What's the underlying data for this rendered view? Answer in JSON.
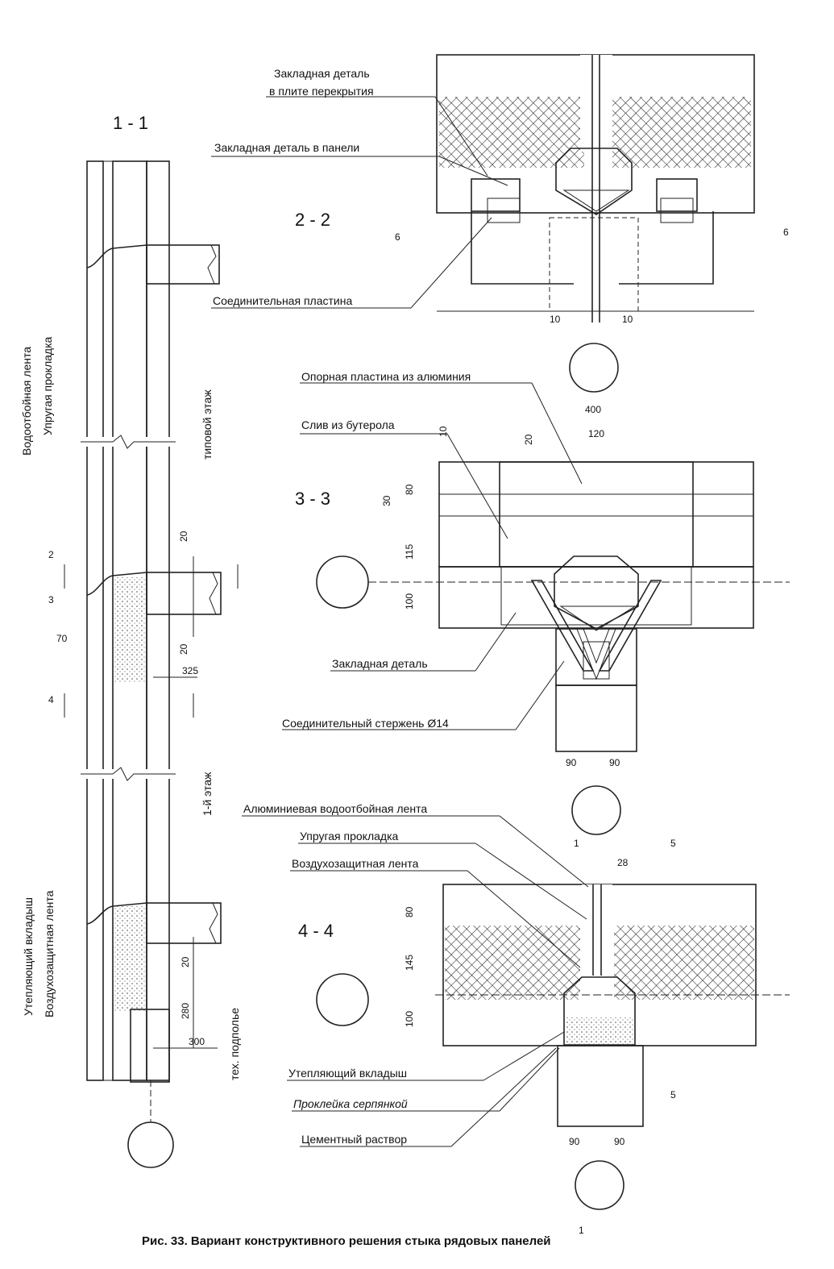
{
  "sections": {
    "s11": "1 - 1",
    "s22": "2 - 2",
    "s33": "3 - 3",
    "s44": "4 - 4"
  },
  "labels": {
    "zakl_plita_1": "Закладная деталь",
    "zakl_plita_2": "в плите перекрытия",
    "zakl_panel": "Закладная деталь в панели",
    "soed_plastina": "Соединительная пластина",
    "opornaya": "Опорная пластина из алюминия",
    "sliv": "Слив из бутерола",
    "zakl_detal": "Закладная деталь",
    "soed_sterzhen": "Соединительный стержень Ø14",
    "al_lenta": "Алюминиевая водоотбойная лента",
    "uprug_44": "Упругая прокладка",
    "vozdukh_44": "Воздухозащитная лента",
    "uteplyayushchiy_44": "Утепляющий вкладыш",
    "prokleyka": "Проклейка серпянкой",
    "cement": "Цементный раствор",
    "vodootboynaya_v": "Водоотбойная лента",
    "uprugaya_v": "Упругая прокладка",
    "uteplyayushchiy_v": "Утепляющий вкладыш",
    "vozdukhozashchitnaya_v": "Воздухозащитная лента",
    "tipovoy": "типовой этаж",
    "perviy": "1-й этаж",
    "tekh": "тех. подполье"
  },
  "dims": {
    "d20a": "20",
    "d20b": "20",
    "d70": "70",
    "d325": "325",
    "d20c": "20",
    "d280": "280",
    "d300": "300",
    "cut2": "2",
    "cut3": "3",
    "cut4": "4",
    "d6l": "6",
    "d6r": "6",
    "d10l": "10",
    "d10r": "10",
    "d400": "400",
    "d120": "120",
    "d20t": "20",
    "d10t": "10",
    "d30": "30",
    "d80a": "80",
    "d115": "115",
    "d100a": "100",
    "d90a": "90",
    "d90b": "90",
    "d1a": "1",
    "d28": "28",
    "d5a": "5",
    "d80b": "80",
    "d145": "145",
    "d100b": "100",
    "d5b": "5",
    "d90c": "90",
    "d90d": "90",
    "d1b": "1"
  },
  "caption": "Рис. 33.  Вариант конструктивного решения стыка рядовых панелей"
}
